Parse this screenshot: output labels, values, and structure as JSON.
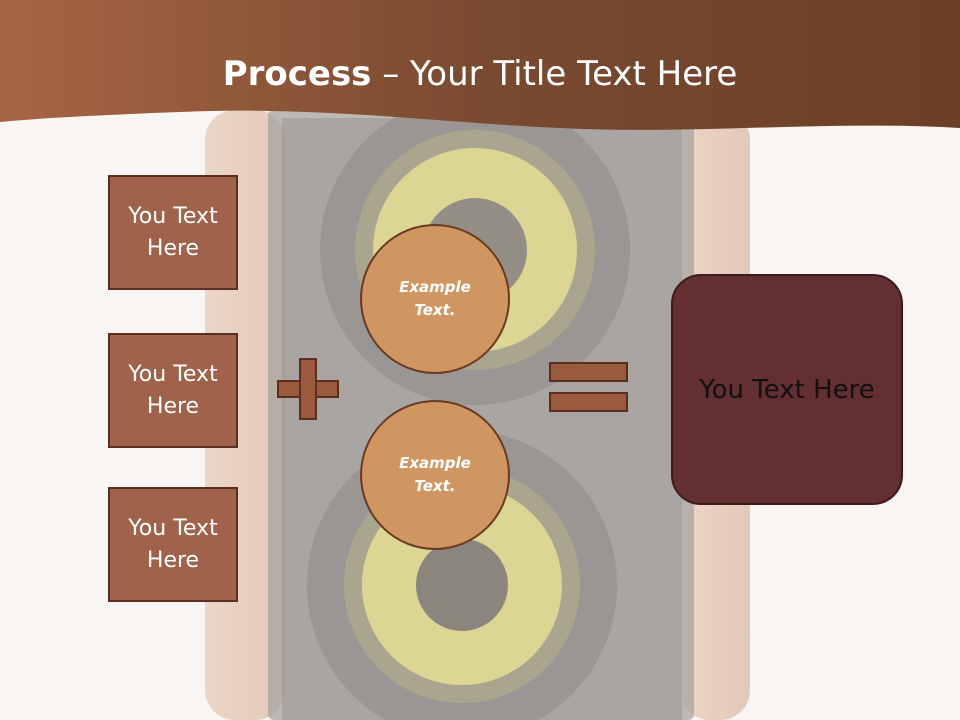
{
  "slide": {
    "title_bold": "Process",
    "title_rest": " – Your Title Text Here"
  },
  "left_boxes": [
    {
      "label": "You Text Here"
    },
    {
      "label": "You Text Here"
    },
    {
      "label": "You Text Here"
    }
  ],
  "circles": [
    {
      "label": "Example Text."
    },
    {
      "label": "Example Text."
    }
  ],
  "result_box": {
    "label": "You Text Here"
  },
  "colors": {
    "header": "#8a5533",
    "box_fill": "#a0624a",
    "circle_fill": "#cf9662",
    "operator_fill": "#9a5a3e",
    "result_fill": "#632f30"
  },
  "icons": {
    "plus": "plus-sign",
    "equals": "equals-sign"
  }
}
